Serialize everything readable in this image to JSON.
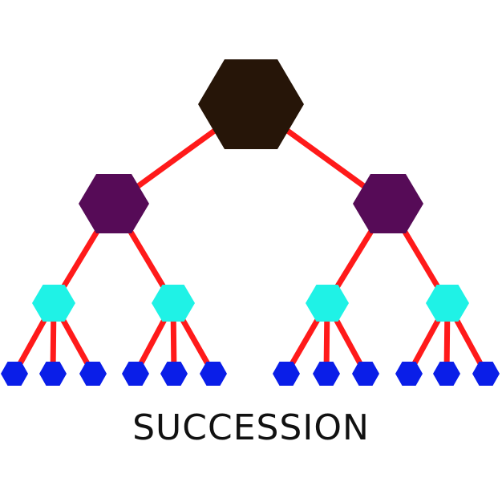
{
  "title": "SUCCESSION",
  "colors": {
    "edge": "#ff1a1a",
    "level_0": "#261508",
    "level_1": "#560b57",
    "level_2": "#1ff2e6",
    "level_3": "#0a1ee8",
    "text": "#111111"
  },
  "icons": {
    "node_shape": "hexagon-icon"
  },
  "tree": {
    "levels": 4,
    "branching": [
      2,
      2,
      3
    ],
    "node_counts": [
      1,
      2,
      4,
      12
    ]
  }
}
